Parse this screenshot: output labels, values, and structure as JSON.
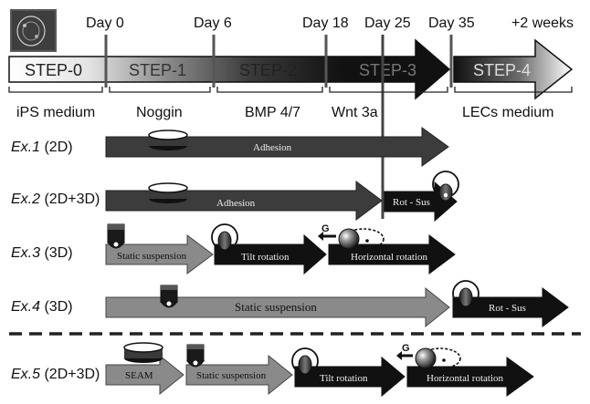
{
  "timeline": {
    "days": [
      "Day 0",
      "Day 6",
      "Day 18",
      "Day 25",
      "Day 35",
      "+2 weeks"
    ],
    "steps": [
      "STEP-0",
      "STEP-1",
      "STEP-2",
      "STEP-3",
      "STEP-4"
    ],
    "media": [
      "iPS medium",
      "Noggin",
      "BMP 4/7",
      "Wnt 3a",
      "LECs medium"
    ]
  },
  "experiments": [
    {
      "label": "Ex.1",
      "mode": "(2D)"
    },
    {
      "label": "Ex.2",
      "mode": "(2D+3D)"
    },
    {
      "label": "Ex.3",
      "mode": "(3D)"
    },
    {
      "label": "Ex.4",
      "mode": "(3D)"
    },
    {
      "label": "Ex.5",
      "mode": "(2D+3D)"
    }
  ],
  "bars": {
    "adhesion": "Adhesion",
    "rot_sus": "Rot - Sus",
    "static_suspension": "Static suspension",
    "tilt_rotation": "Tilt rotation",
    "horizontal_rotation": "Horizontal rotation",
    "seam": "SEAM"
  },
  "gravity_label": "G"
}
